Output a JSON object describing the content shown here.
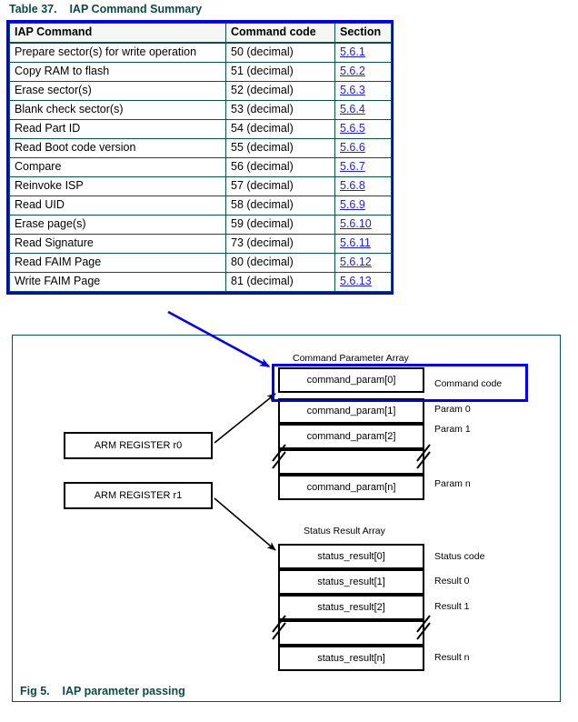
{
  "table": {
    "title": "Table 37.    IAP Command Summary",
    "columns": [
      "IAP Command",
      "Command code",
      "Section"
    ],
    "rows": [
      {
        "command": "Prepare sector(s) for write operation",
        "code": "50 (decimal)",
        "section": "5.6.1"
      },
      {
        "command": "Copy RAM to flash",
        "code": "51 (decimal)",
        "section": "5.6.2"
      },
      {
        "command": "Erase sector(s)",
        "code": "52 (decimal)",
        "section": "5.6.3"
      },
      {
        "command": "Blank check sector(s)",
        "code": "53 (decimal)",
        "section": "5.6.4"
      },
      {
        "command": "Read Part ID",
        "code": "54 (decimal)",
        "section": "5.6.5"
      },
      {
        "command": "Read Boot code version",
        "code": "55 (decimal)",
        "section": "5.6.6"
      },
      {
        "command": "Compare",
        "code": "56 (decimal)",
        "section": "5.6.7"
      },
      {
        "command": "Reinvoke ISP",
        "code": "57 (decimal)",
        "section": "5.6.8"
      },
      {
        "command": "Read UID",
        "code": "58 (decimal)",
        "section": "5.6.9"
      },
      {
        "command": "Erase page(s)",
        "code": "59 (decimal)",
        "section": "5.6.10"
      },
      {
        "command": "Read Signature",
        "code": "73 (decimal)",
        "section": "5.6.11"
      },
      {
        "command": "Read FAIM Page",
        "code": "80 (decimal)",
        "section": "5.6.12"
      },
      {
        "command": "Write FAIM Page",
        "code": "81 (decimal)",
        "section": "5.6.13"
      }
    ]
  },
  "figure": {
    "caption": "Fig 5.    IAP parameter passing",
    "command_array": {
      "title": "Command Parameter Array",
      "cells": [
        {
          "name": "command_param[0]",
          "label": "Command code"
        },
        {
          "name": "command_param[1]",
          "label": "Param 0"
        },
        {
          "name": "command_param[2]",
          "label": "Param 1"
        },
        {
          "name": "",
          "label": ""
        },
        {
          "name": "command_param[n]",
          "label": "Param n"
        }
      ]
    },
    "status_array": {
      "title": "Status Result Array",
      "cells": [
        {
          "name": "status_result[0]",
          "label": "Status code"
        },
        {
          "name": "status_result[1]",
          "label": "Result 0"
        },
        {
          "name": "status_result[2]",
          "label": "Result 1"
        },
        {
          "name": "",
          "label": ""
        },
        {
          "name": "status_result[n]",
          "label": "Result n"
        }
      ]
    },
    "registers": [
      {
        "label": "ARM REGISTER r0"
      },
      {
        "label": "ARM REGISTER r1"
      }
    ]
  },
  "colors": {
    "heading": "#0a4b45",
    "table_border": "#0a5248",
    "highlight": "#0000ee",
    "link": "#2222dd"
  }
}
